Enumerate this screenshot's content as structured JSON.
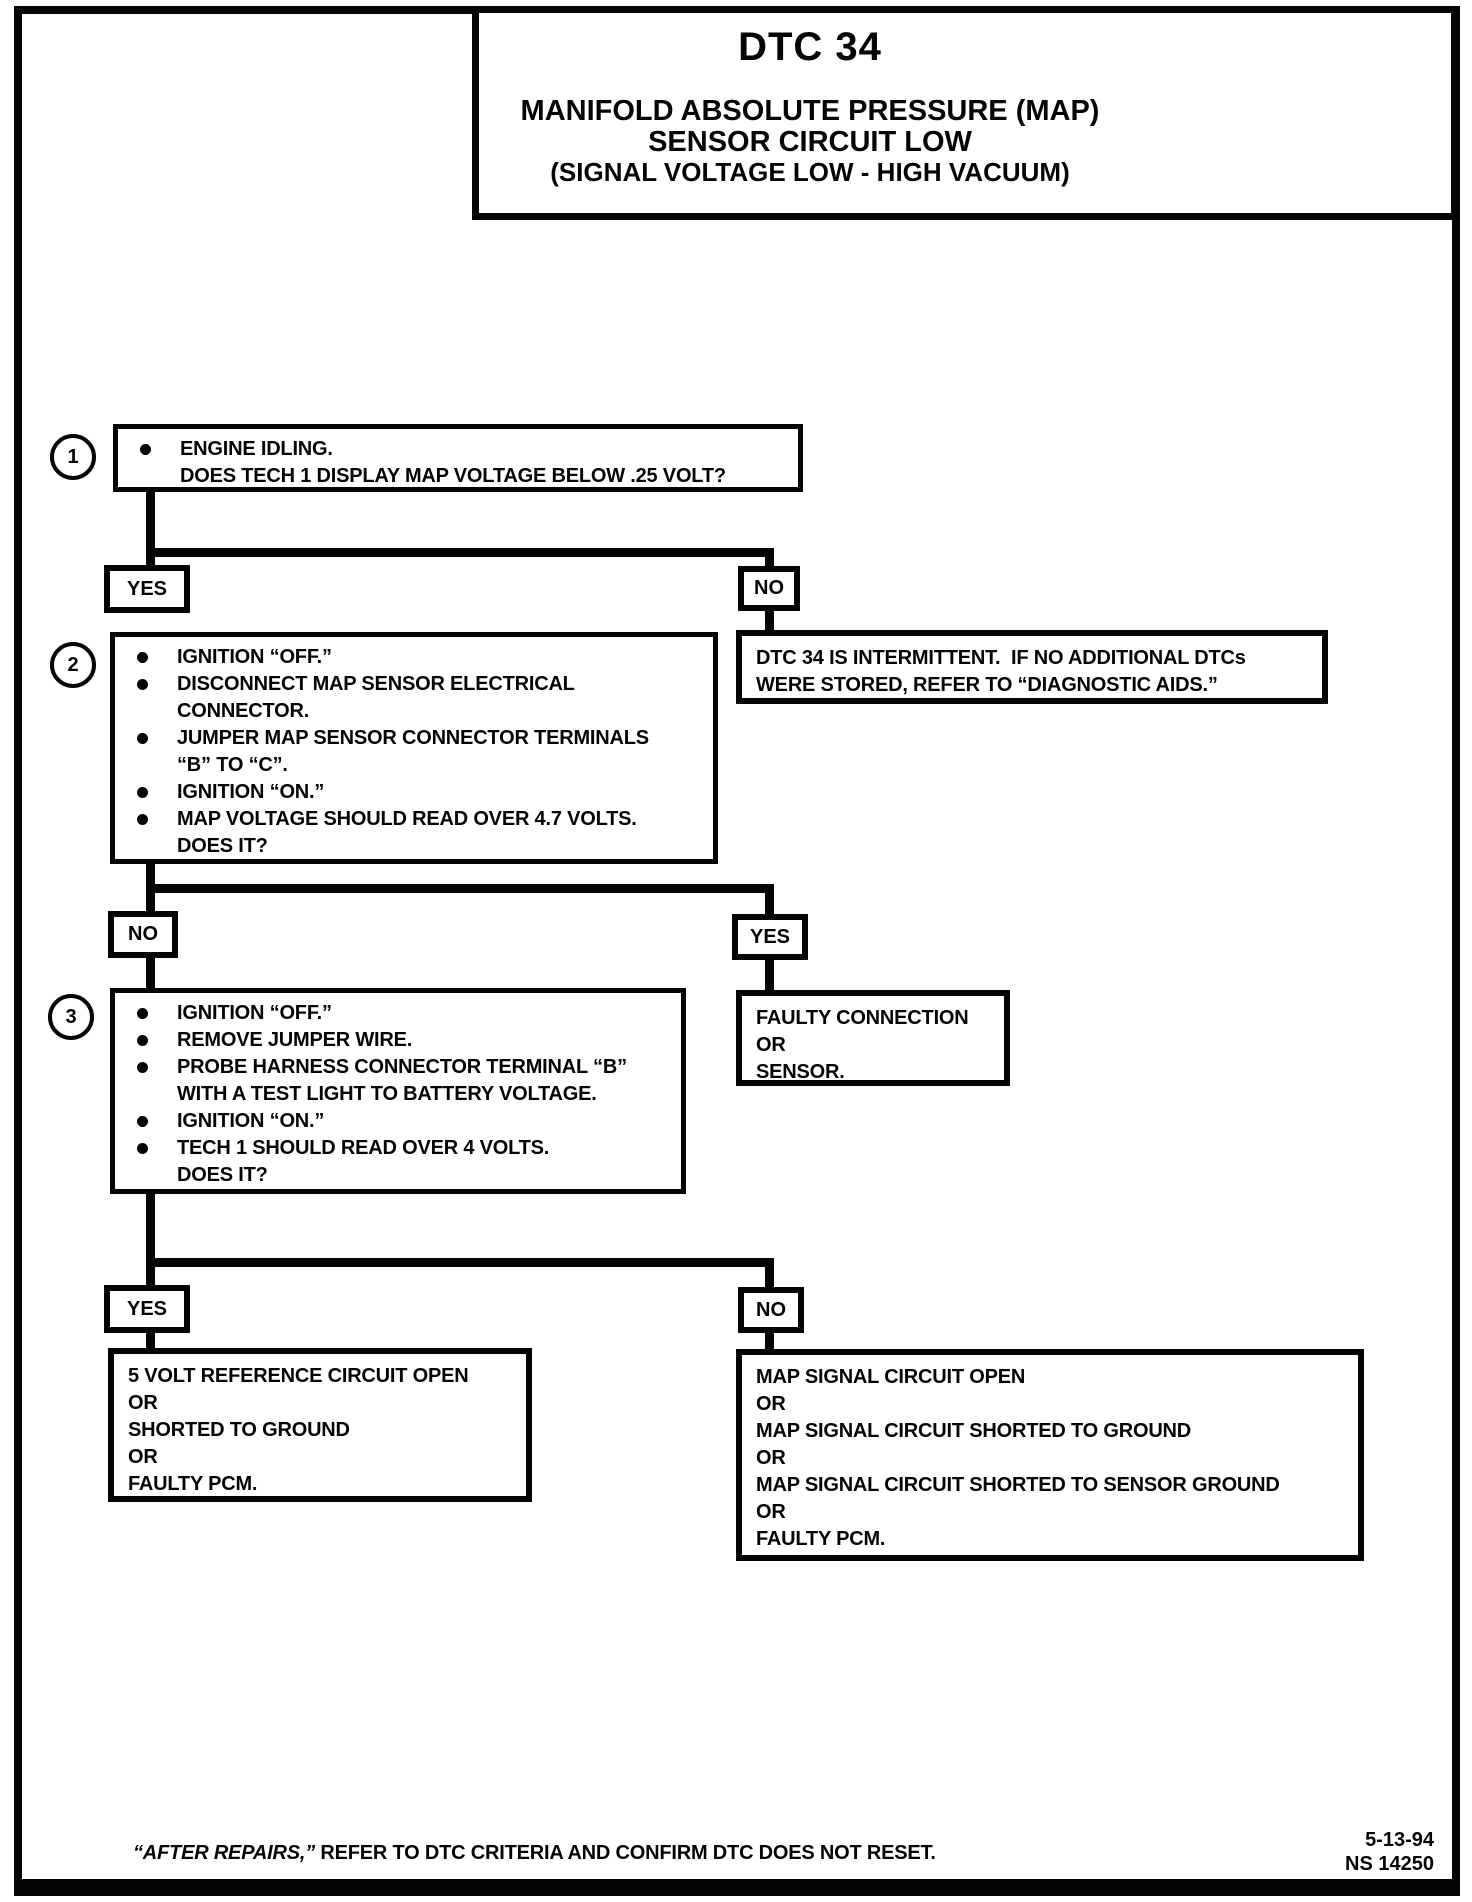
{
  "title": {
    "code": "DTC 34",
    "line1": "MANIFOLD ABSOLUTE PRESSURE (MAP)",
    "line2": "SENSOR CIRCUIT LOW",
    "line3": "(SIGNAL VOLTAGE LOW - HIGH VACUUM)"
  },
  "steps": {
    "s1": {
      "num": "1",
      "l1": "ENGINE IDLING.",
      "l2": "DOES TECH 1 DISPLAY MAP VOLTAGE BELOW .25 VOLT?"
    },
    "s2": {
      "num": "2",
      "l1": "IGNITION “OFF.”",
      "l2": "DISCONNECT MAP SENSOR ELECTRICAL",
      "l3": "CONNECTOR.",
      "l4": "JUMPER MAP SENSOR CONNECTOR TERMINALS",
      "l5": "“B” TO “C”.",
      "l6": "IGNITION “ON.”",
      "l7": "MAP VOLTAGE SHOULD READ OVER 4.7 VOLTS.",
      "l8": "DOES IT?"
    },
    "s3": {
      "num": "3",
      "l1": "IGNITION “OFF.”",
      "l2": "REMOVE JUMPER WIRE.",
      "l3": "PROBE HARNESS CONNECTOR TERMINAL “B”",
      "l4": "WITH A TEST LIGHT TO BATTERY VOLTAGE.",
      "l5": "IGNITION “ON.”",
      "l6": "TECH 1 SHOULD READ OVER 4 VOLTS.",
      "l7": "DOES IT?"
    }
  },
  "labels": {
    "yes1": "YES",
    "no1": "NO",
    "no2": "NO",
    "yes2": "YES",
    "yes3": "YES",
    "no3": "NO"
  },
  "results": {
    "intermittent": {
      "l1": "DTC 34 IS INTERMITTENT.  IF NO ADDITIONAL DTCs",
      "l2": "WERE STORED, REFER TO “DIAGNOSTIC AIDS.”"
    },
    "faulty_connection": {
      "l1": "FAULTY CONNECTION",
      "l2": "OR",
      "l3": "SENSOR."
    },
    "five_volt_reference": {
      "l1": "5 VOLT REFERENCE CIRCUIT OPEN",
      "l2": "OR",
      "l3": "SHORTED TO GROUND",
      "l4": "OR",
      "l5": "FAULTY PCM."
    },
    "map_signal": {
      "l1": "MAP SIGNAL CIRCUIT OPEN",
      "l2": "OR",
      "l3": "MAP SIGNAL CIRCUIT SHORTED TO GROUND",
      "l4": "OR",
      "l5": "MAP SIGNAL CIRCUIT SHORTED TO SENSOR GROUND",
      "l6": "OR",
      "l7": "FAULTY PCM."
    }
  },
  "footer": {
    "note_italic": "“AFTER REPAIRS,”",
    "note_rest": " REFER TO DTC CRITERIA AND CONFIRM DTC DOES NOT RESET.",
    "date": "5-13-94",
    "doc_number": "NS 14250"
  }
}
